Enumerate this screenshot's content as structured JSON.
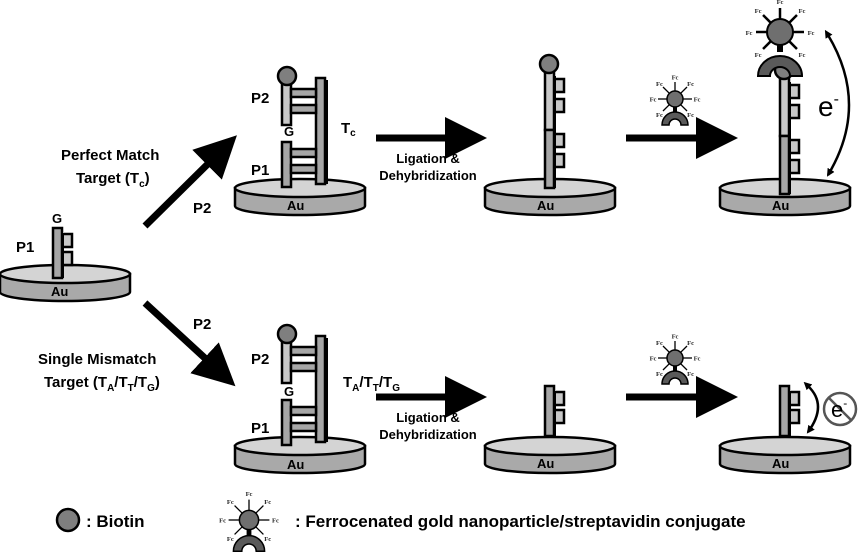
{
  "diagram": {
    "title": "Ligation-based electrochemical SNP detection scheme",
    "colors": {
      "stroke": "#000000",
      "strand_fill": "#a6a6a6",
      "light_fill": "#c8c8c8",
      "disk_top": "#d4d4d4",
      "disk_side": "#a9a9a9",
      "biotin_fill": "#7f7f7f",
      "nanoparticle_fill": "#6f6f6f",
      "streptavidin_fill": "#5a5a5a"
    },
    "start": {
      "probe_label": "P1",
      "base_label": "G",
      "electrode_label": "Au"
    },
    "branches": [
      {
        "id": "perfect-match",
        "target_label_line1": "Perfect Match",
        "target_label_line2_main": "Target (T",
        "target_label_line2_sub": "c",
        "target_label_line2_end": ")",
        "arrow_label": "P2",
        "hybrid": {
          "p2_label": "P2",
          "p1_label": "P1",
          "base_label": "G",
          "target_label_main": "T",
          "target_label_sub": "c",
          "electrode_label": "Au"
        },
        "step_label_line1": "Ligation &",
        "step_label_line2": "Dehybridization",
        "after_ligation_electrode": "Au",
        "final_electrode": "Au",
        "signal_label": "e",
        "signal_superscript": "-",
        "signal": "on"
      },
      {
        "id": "single-mismatch",
        "target_label_line1": "Single Mismatch",
        "target_label_line2_main": "Target (T",
        "target_label_line2_subs": [
          "A",
          "T",
          "G"
        ],
        "target_label_line2_end": ")",
        "arrow_label": "P2",
        "hybrid": {
          "p2_label": "P2",
          "p1_label": "P1",
          "base_label": "G",
          "target_label_parts": [
            {
              "main": "T",
              "sub": "A"
            },
            {
              "main": "/T",
              "sub": "T"
            },
            {
              "main": "/T",
              "sub": "G"
            }
          ],
          "electrode_label": "Au"
        },
        "step_label_line1": "Ligation &",
        "step_label_line2": "Dehybridization",
        "after_ligation_electrode": "Au",
        "final_electrode": "Au",
        "signal_label": "e",
        "signal_superscript": "-",
        "signal": "blocked"
      }
    ],
    "conjugate_tag": "Fc",
    "legend": {
      "biotin_label": ": Biotin",
      "conjugate_label": ": Ferrocenated gold nanoparticle/streptavidin conjugate"
    }
  }
}
